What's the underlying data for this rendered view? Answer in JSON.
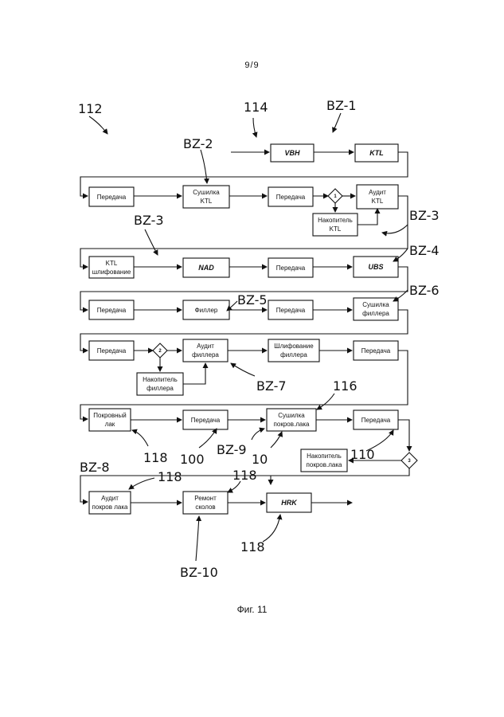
{
  "page_number": "9/9",
  "caption": "Фиг. 11",
  "refs": {
    "r112": "112",
    "r114": "114",
    "bz1": "BZ-1",
    "bz2": "BZ-2",
    "bz3a": "BZ-3",
    "bz3b": "BZ-3",
    "bz4": "BZ-4",
    "bz5": "BZ-5",
    "bz6": "BZ-6",
    "bz7": "BZ-7",
    "bz8": "BZ-8",
    "bz9": "BZ-9",
    "bz10": "BZ-10",
    "r116": "116",
    "r118a": "118",
    "r118b": "118",
    "r118c": "118",
    "r118d": "118",
    "r100": "100",
    "r10": "10",
    "r110": "110"
  },
  "boxes": {
    "vbh": "VBH",
    "ktl": "KTL",
    "peredacha1": "Передача",
    "sushilka_ktl_1": "Сушилка",
    "sushilka_ktl_2": "KTL",
    "peredacha2": "Передача",
    "audit_ktl_1": "Аудит",
    "audit_ktl_2": "KTL",
    "nakop_ktl_1": "Накопитель",
    "nakop_ktl_2": "KTL",
    "ktl_shlif_1": "KTL",
    "ktl_shlif_2": "шлифование",
    "nad": "NAD",
    "peredacha3": "Передача",
    "ubs": "UBS",
    "peredacha4": "Передача",
    "filler": "Филлер",
    "peredacha5": "Передача",
    "sush_fil_1": "Сушилка",
    "sush_fil_2": "филлера",
    "peredacha6": "Передача",
    "audit_fil_1": "Аудит",
    "audit_fil_2": "филлера",
    "shlif_fil_1": "Шлифование",
    "shlif_fil_2": "филлера",
    "peredacha7": "Передача",
    "nakop_fil_1": "Накопитель",
    "nakop_fil_2": "филлера",
    "pokr_lak_1": "Покровный",
    "pokr_lak_2": "лак",
    "peredacha8": "Передача",
    "sush_pokr_1": "Сушилка",
    "sush_pokr_2": "покров.лака",
    "peredacha9": "Передача",
    "nakop_pokr_1": "Накопитель",
    "nakop_pokr_2": "покров.лака",
    "audit_pokr_1": "Аудит",
    "audit_pokr_2": "покров лака",
    "remont_1": "Ремонт",
    "remont_2": "сколов",
    "hrk": "HRK"
  },
  "decisions": {
    "d1": "1",
    "d2": "2",
    "d3": "3"
  }
}
